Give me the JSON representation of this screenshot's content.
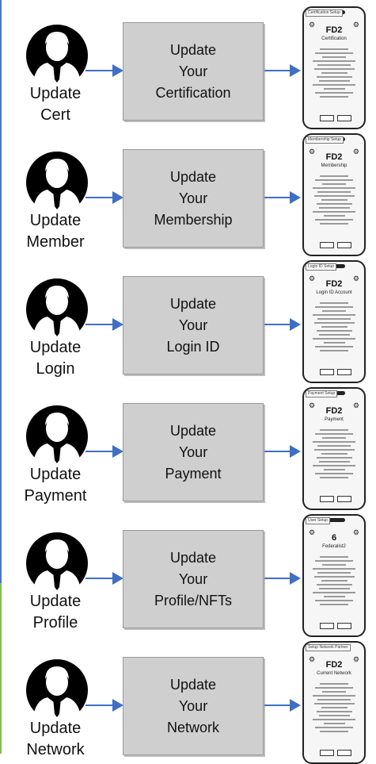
{
  "rows": [
    {
      "user_label_1": "Update",
      "user_label_2": "Cert",
      "box_line_1": "Update",
      "box_line_2": "Your",
      "box_line_3": "Certification",
      "screen_tag": "Certification Setup",
      "screen_title": "FD2",
      "screen_subtitle": "Certification"
    },
    {
      "user_label_1": "Update",
      "user_label_2": "Member",
      "box_line_1": "Update",
      "box_line_2": "Your",
      "box_line_3": "Membership",
      "screen_tag": "Membership Setup",
      "screen_title": "FD2",
      "screen_subtitle": "Membership"
    },
    {
      "user_label_1": "Update",
      "user_label_2": "Login",
      "box_line_1": "Update",
      "box_line_2": "Your",
      "box_line_3": "Login ID",
      "screen_tag": "Login ID Setup",
      "screen_title": "FD2",
      "screen_subtitle": "Login ID Account"
    },
    {
      "user_label_1": "Update",
      "user_label_2": "Payment",
      "box_line_1": "Update",
      "box_line_2": "Your",
      "box_line_3": "Payment",
      "screen_tag": "Payment Setup",
      "screen_title": "FD2",
      "screen_subtitle": "Payment"
    },
    {
      "user_label_1": "Update",
      "user_label_2": "Profile",
      "box_line_1": "Update",
      "box_line_2": "Your",
      "box_line_3": "Profile/NFTs",
      "screen_tag": "User Setup",
      "screen_title": "6",
      "screen_subtitle": "Federalist2"
    },
    {
      "user_label_1": "Update",
      "user_label_2": "Network",
      "box_line_1": "Update",
      "box_line_2": "Your",
      "box_line_3": "Network",
      "screen_tag": "Setup Network Partner",
      "screen_title": "FD2",
      "screen_subtitle": "Current Network"
    }
  ]
}
